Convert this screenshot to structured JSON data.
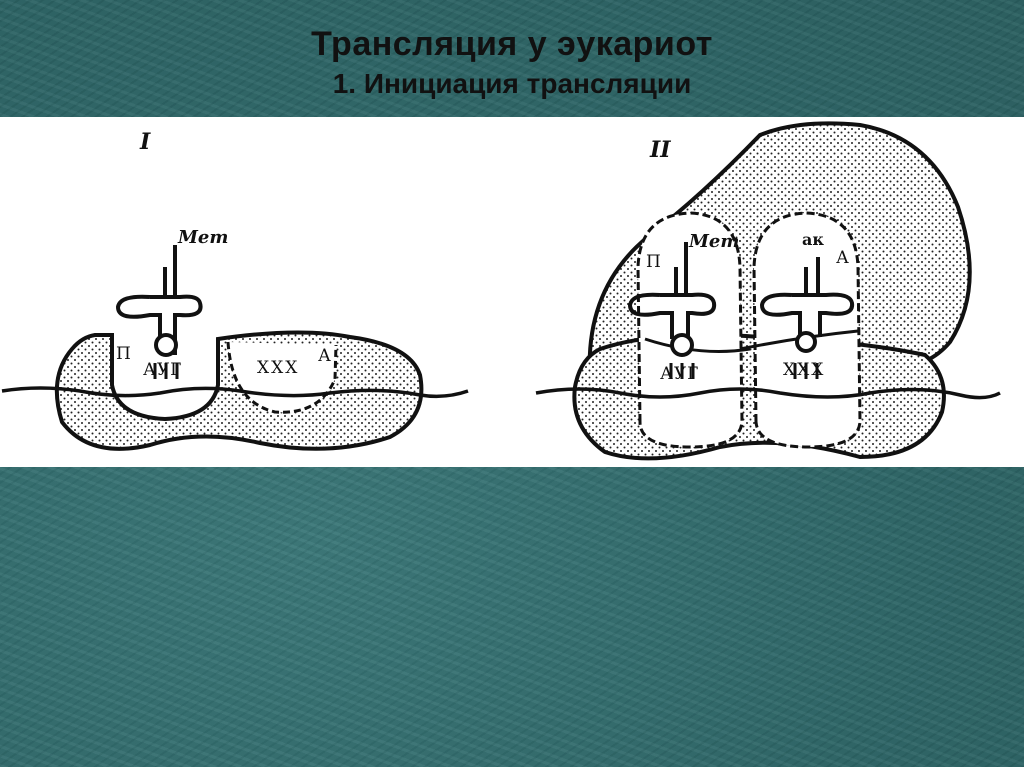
{
  "slide": {
    "title": "Трансляция у эукариот",
    "subtitle": "1. Инициация трансляции"
  },
  "diagram": {
    "panel_1": {
      "numeral": "I",
      "amino_acid_label": "Мет",
      "site_p_label": "П",
      "site_a_label": "А",
      "start_codon": "АУГ",
      "next_codon": "ХХХ"
    },
    "panel_2": {
      "numeral": "II",
      "amino_acid_label": "Мет",
      "second_aa_label": "ак",
      "site_p_label": "П",
      "site_a_label": "А",
      "start_codon": "АУГ",
      "next_codon": "ХХХ"
    },
    "colors": {
      "background": "#2f6a6c",
      "panel": "#ffffff",
      "ink": "#111111"
    }
  }
}
